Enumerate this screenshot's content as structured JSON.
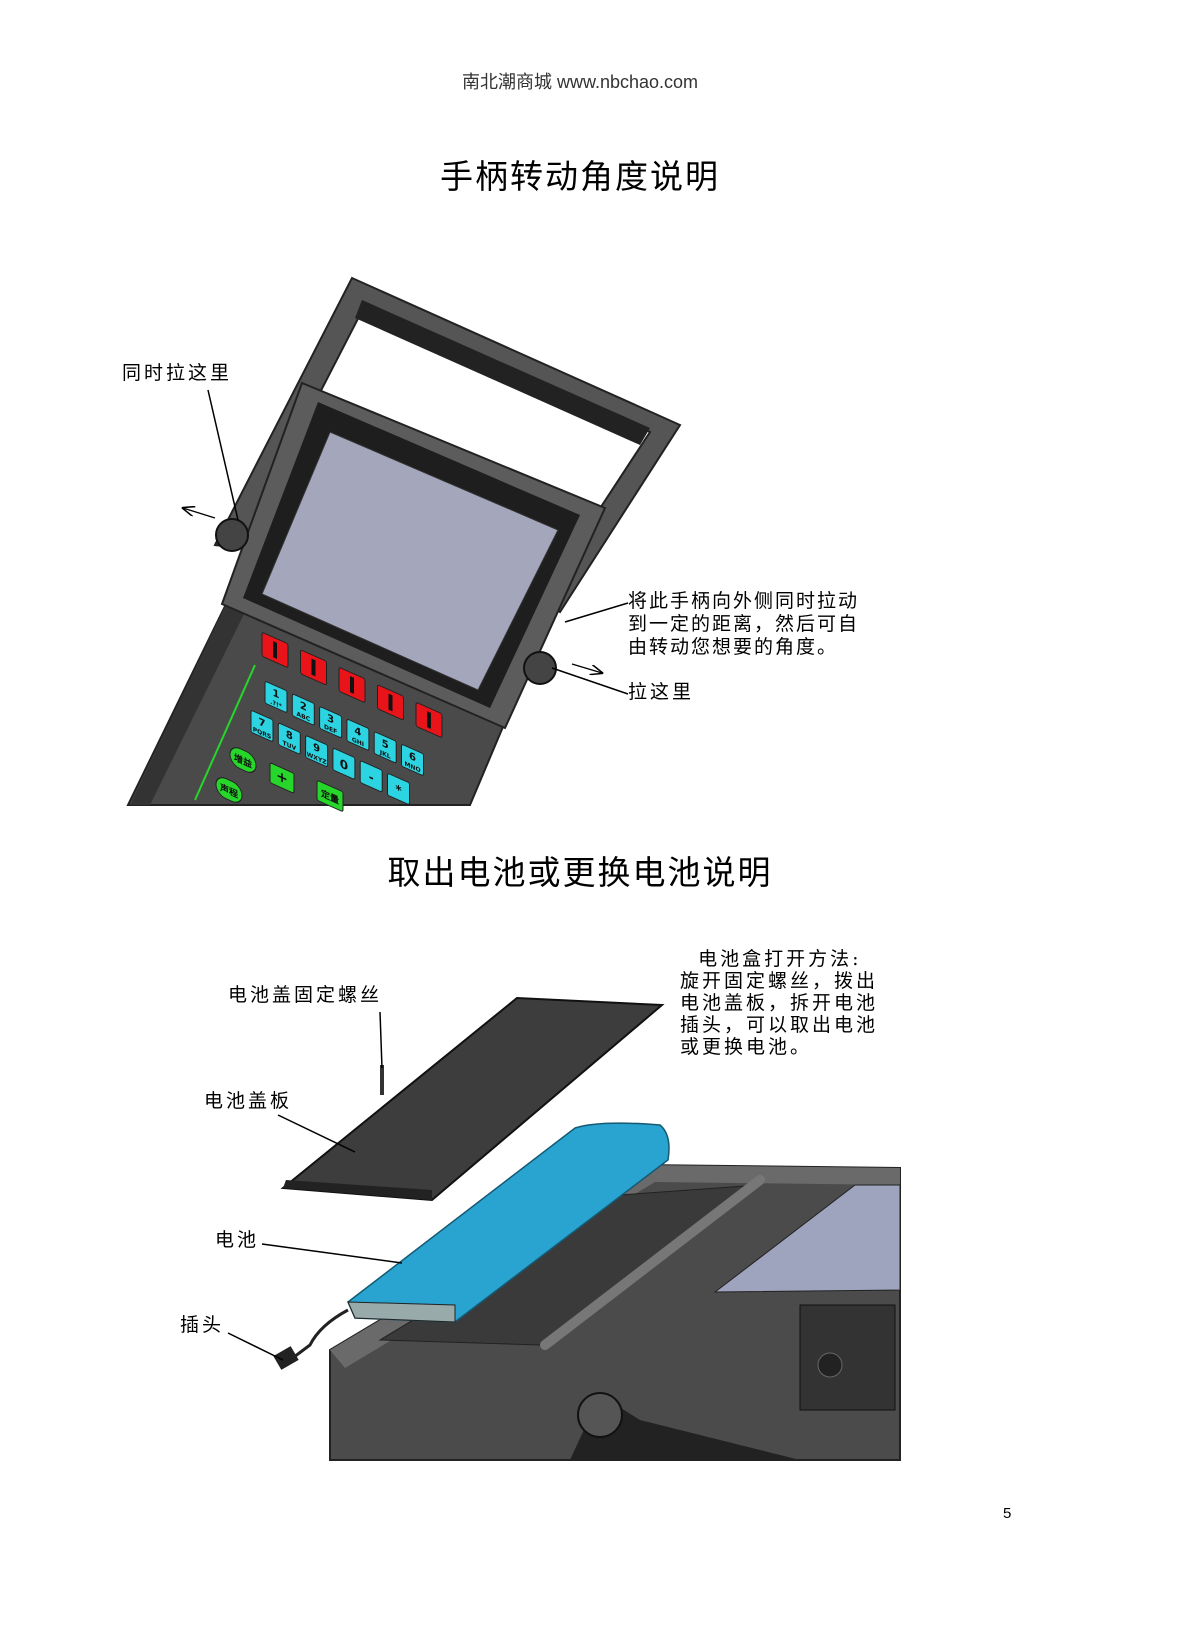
{
  "header": {
    "site": "南北潮商城  www.nbchao.com"
  },
  "section1": {
    "title": "手柄转动角度说明",
    "callouts": {
      "pull_both": "同时拉这里",
      "instruction": "将此手柄向外侧同时拉动\n到一定的距离，然后可自\n由转动您想要的角度。",
      "pull_here": "拉这里"
    },
    "keypad": {
      "number_keys": [
        {
          "digit": "1",
          "letters": ".?!*"
        },
        {
          "digit": "2",
          "letters": "ABC"
        },
        {
          "digit": "3",
          "letters": "DEF"
        },
        {
          "digit": "4",
          "letters": "GHI"
        },
        {
          "digit": "5",
          "letters": "JKL"
        },
        {
          "digit": "6",
          "letters": "MNO"
        },
        {
          "digit": "7",
          "letters": "PQRS"
        },
        {
          "digit": "8",
          "letters": "TUV"
        },
        {
          "digit": "9",
          "letters": "WXYZ"
        },
        {
          "digit": "0",
          "letters": ""
        },
        {
          "digit": "-",
          "letters": ""
        },
        {
          "digit": "*",
          "letters": ""
        }
      ],
      "green_keys": [
        "增益",
        "+",
        "声程",
        "定量"
      ],
      "colors": {
        "function_key": "#e8141a",
        "number_key": "#2cd3e0",
        "green_key": "#27d62a",
        "screen": "#a4a7bb",
        "body": "#4a4a4a"
      }
    }
  },
  "section2": {
    "title": "取出电池或更换电池说明",
    "callouts": {
      "screw": "电池盖固定螺丝",
      "cover": "电池盖板",
      "battery": "电池",
      "plug": "插头",
      "instruction": "  电池盒打开方法:\n旋开固定螺丝，拨出\n电池盖板，拆开电池\n插头，可以取出电池\n或更换电池。"
    },
    "colors": {
      "battery": "#29a3cf"
    }
  },
  "footer": {
    "page_number": "5"
  }
}
